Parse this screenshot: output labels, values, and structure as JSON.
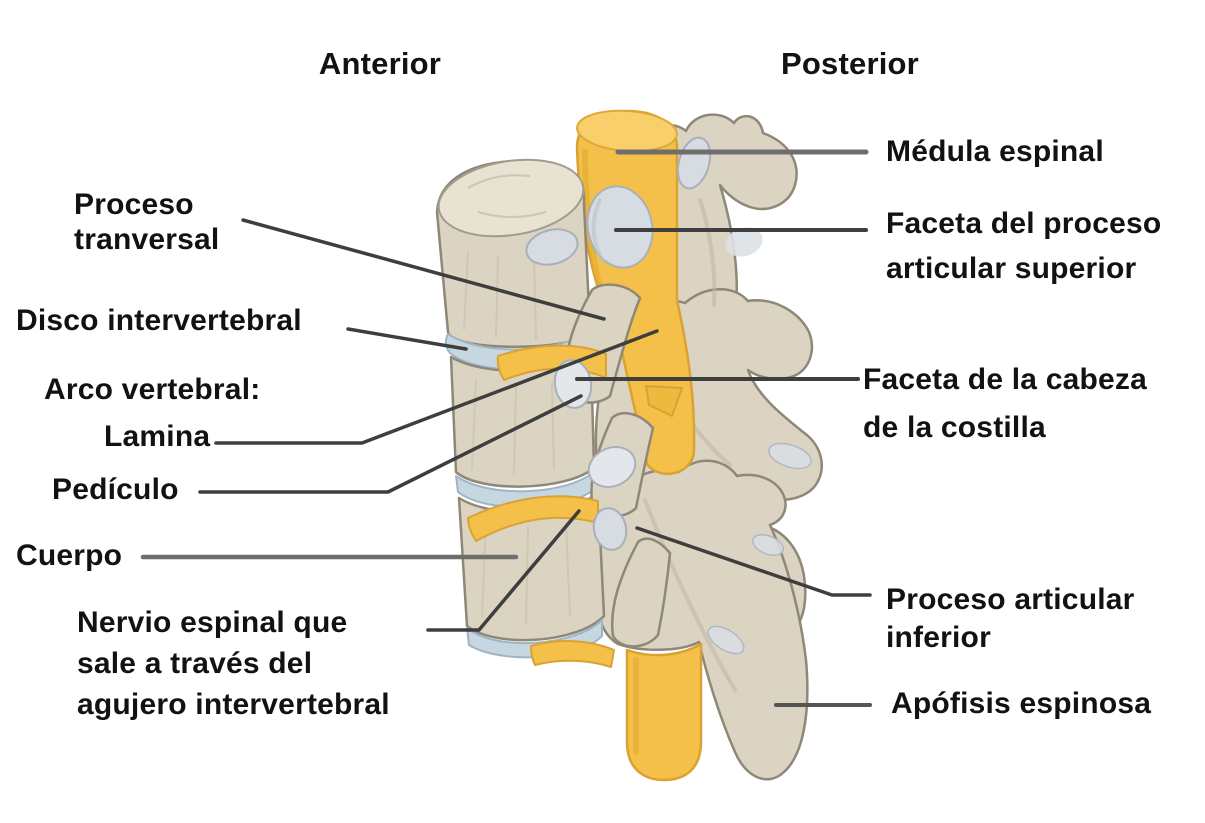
{
  "diagram": {
    "orientation": {
      "left": "Anterior",
      "right": "Posterior"
    },
    "labels": {
      "medula_espinal": "Médula espinal",
      "faceta_proceso_articular_superior": "Faceta del proceso\narticular superior",
      "proceso_tranversal": "Proceso\ntranversal",
      "disco_intervertebral": "Disco intervertebral",
      "arco_vertebral": "Arco vertebral:",
      "lamina": "Lamina",
      "pediculo": "Pedículo",
      "faceta_cabeza_costilla": "Faceta de la cabeza\nde la costilla",
      "cuerpo": "Cuerpo",
      "nervio_espinal": "Nervio espinal que\nsale a través del\nagujero intervertebral",
      "proceso_articular_inferior": "Proceso articular\ninferior",
      "apofisis_espinosa": "Apófisis espinosa"
    },
    "colors": {
      "background": "#ffffff",
      "bone": "#dbd4c2",
      "bone_outline": "#8f8878",
      "bone_top_face": "#e8e2d3",
      "disc": "#c7d7e2",
      "disc_outline": "#9fb5c3",
      "spinal_cord_yellow": "#f4c04a",
      "spinal_cord_dark": "#d9a232",
      "facet_gray": "#d7dce2",
      "facet_outline": "#a8b0ba",
      "leader_line_dark": "#3e3e3e",
      "leader_line_gray": "#6e6e6e",
      "text": "#121212"
    }
  }
}
